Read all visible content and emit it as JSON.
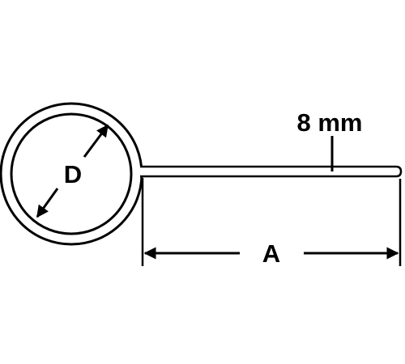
{
  "labels": {
    "diameter": "D",
    "length": "A",
    "handle_size": "8 mm"
  },
  "colors": {
    "line": "#000000",
    "background": "#ffffff"
  }
}
